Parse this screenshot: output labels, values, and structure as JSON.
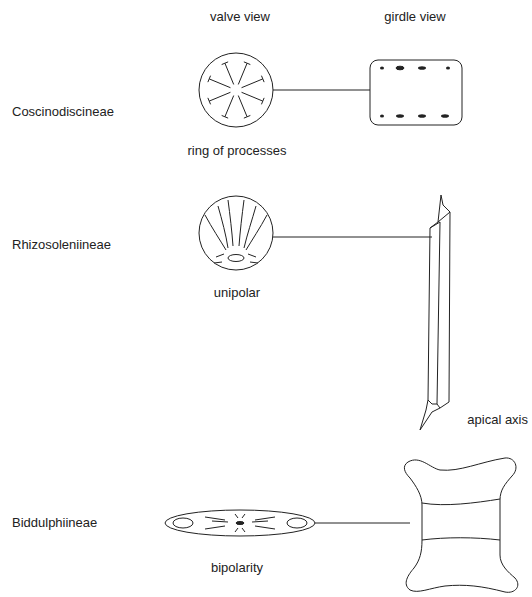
{
  "diagram": {
    "labels": [
      "valve view",
      "girdle view",
      "Coscinodiscineae",
      "ring of processes",
      "Rhizosoleniineae",
      "unipolar",
      "apical axis",
      "Biddulphiineae",
      "bipolarity"
    ]
  }
}
